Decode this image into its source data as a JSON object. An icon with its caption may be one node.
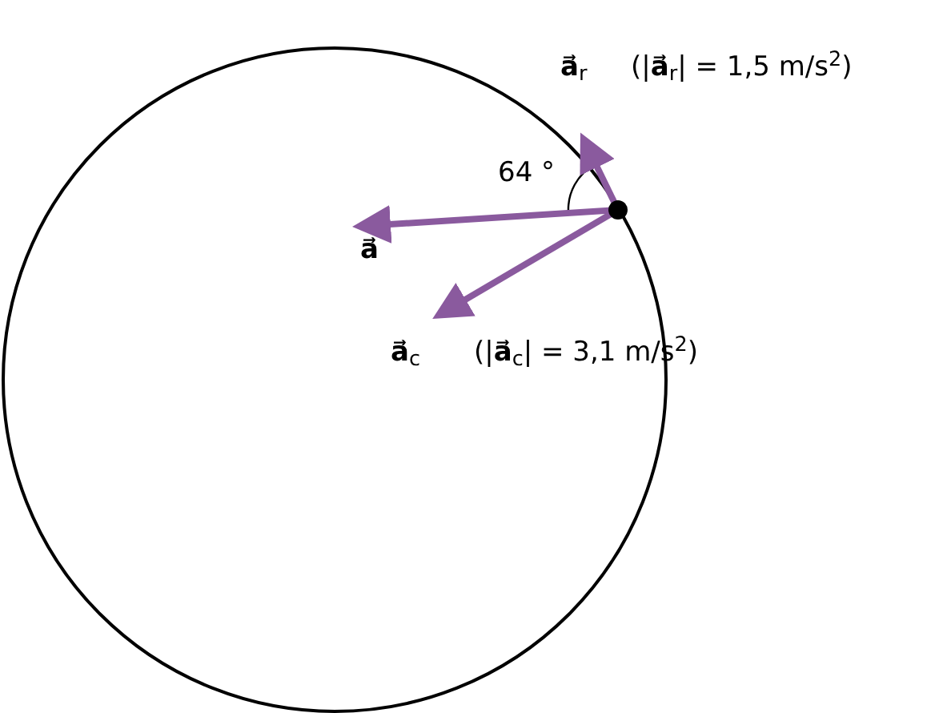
{
  "diagram": {
    "labels": [
      "**a⃗**$_{r}$",
      "(|**a⃗**$_{r}$| = 1,5 m/s$^{2}$)",
      "64 °",
      "**a⃗**",
      "**a⃗**$_{c}$",
      "(|**a⃗**$_{c}$| = 3,1 m/s$^{2}$)"
    ]
  }
}
